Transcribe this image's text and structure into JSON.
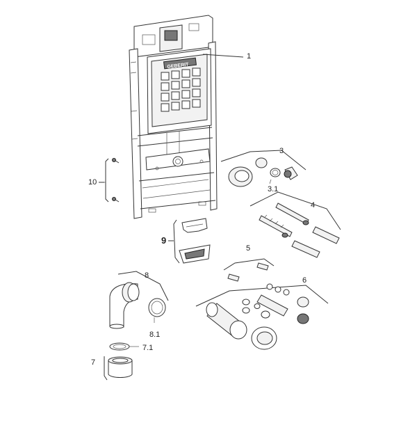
{
  "diagram": {
    "brand_mark": "GEBERIT",
    "callouts": [
      {
        "id": "c1",
        "text": "1"
      },
      {
        "id": "c3",
        "text": "3"
      },
      {
        "id": "c31",
        "text": "3.1"
      },
      {
        "id": "c4",
        "text": "4"
      },
      {
        "id": "c10",
        "text": "10"
      },
      {
        "id": "c9",
        "text": "9"
      },
      {
        "id": "c5",
        "text": "5"
      },
      {
        "id": "c8",
        "text": "8"
      },
      {
        "id": "c6",
        "text": "6"
      },
      {
        "id": "c81",
        "text": "8.1"
      },
      {
        "id": "c71",
        "text": "7.1"
      },
      {
        "id": "c7",
        "text": "7"
      }
    ]
  }
}
